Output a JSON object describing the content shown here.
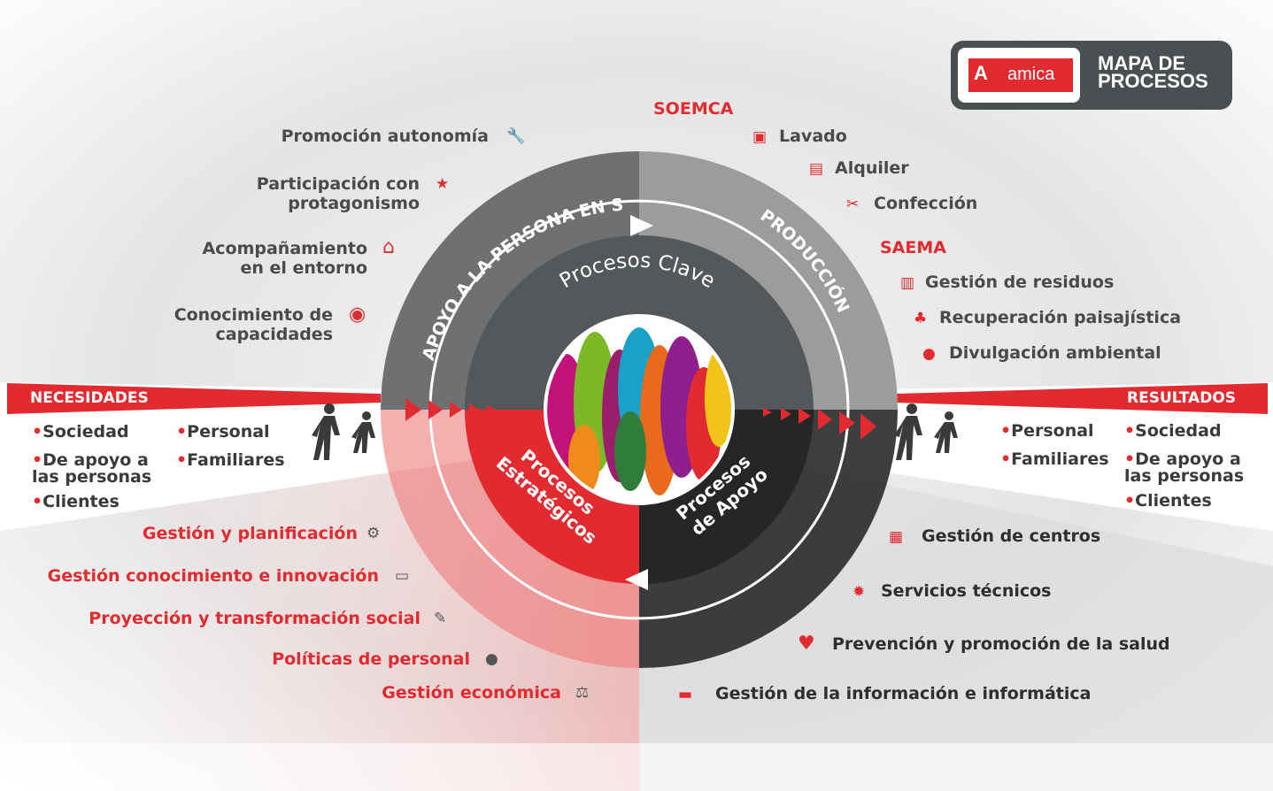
{
  "logo": {
    "mark": "A",
    "name": "amica",
    "title_line1": "MAPA DE",
    "title_line2": "PROCESOS"
  },
  "diagram": {
    "ring_top_left": "APOYO A LA PERSONA EN SU ENTORNO",
    "ring_top_right": "PRODUCCIÓN",
    "inner_top": "Procesos Clave",
    "inner_bottom_left": [
      "Procesos",
      "Estratégicos"
    ],
    "inner_bottom_right": [
      "Procesos",
      "de Apoyo"
    ]
  },
  "apoyo_items": [
    {
      "label": "Promoción autonomía",
      "icon": "wrench-icon",
      "glyph": "🔧"
    },
    {
      "label": "Participación con\nprotagonismo",
      "icon": "star-icon",
      "glyph": "★"
    },
    {
      "label": "Acompañamiento\nen el entorno",
      "icon": "home-icon",
      "glyph": "⌂"
    },
    {
      "label": "Conocimiento de\ncapacidades",
      "icon": "eye-icon",
      "glyph": "◉"
    }
  ],
  "produccion": {
    "group1": "SOEMCA",
    "group1_items": [
      {
        "label": "Lavado",
        "icon": "washer-icon",
        "glyph": "▣"
      },
      {
        "label": "Alquiler",
        "icon": "bottle-icon",
        "glyph": "▤"
      },
      {
        "label": "Confección",
        "icon": "needle-icon",
        "glyph": "✂"
      }
    ],
    "group2": "SAEMA",
    "group2_items": [
      {
        "label": "Gestión de residuos",
        "icon": "trash-icon",
        "glyph": "▥"
      },
      {
        "label": "Recuperación paisajística",
        "icon": "trees-icon",
        "glyph": "♣"
      },
      {
        "label": "Divulgación ambiental",
        "icon": "globe-icon",
        "glyph": "●"
      }
    ]
  },
  "necesidades": {
    "title": "NECESIDADES",
    "items_col1": [
      "Sociedad",
      "De apoyo a\nlas personas",
      "Clientes"
    ],
    "items_col2": [
      "Personal",
      "Familiares"
    ]
  },
  "resultados": {
    "title": "RESULTADOS",
    "items_col1": [
      "Personal",
      "Familiares"
    ],
    "items_col2": [
      "Sociedad",
      "De apoyo a\nlas personas",
      "Clientes"
    ]
  },
  "estrategicos_items": [
    {
      "label": "Gestión y planificación",
      "icon": "gears-icon",
      "glyph": "⚙"
    },
    {
      "label": "Gestión conocimiento e innovación",
      "icon": "browser-icon",
      "glyph": "▭"
    },
    {
      "label": "Proyección y transformación social",
      "icon": "notepad-icon",
      "glyph": "✎"
    },
    {
      "label": "Políticas de personal",
      "icon": "person-icon",
      "glyph": "●"
    },
    {
      "label": "Gestión económica",
      "icon": "scale-icon",
      "glyph": "⚖"
    }
  ],
  "apoyo_procesos_items": [
    {
      "label": "Gestión de centros",
      "icon": "building-icon",
      "glyph": "▦"
    },
    {
      "label": "Servicios técnicos",
      "icon": "gear-icon",
      "glyph": "✹"
    },
    {
      "label": "Prevención y promoción de la salud",
      "icon": "heart-icon",
      "glyph": "♥"
    },
    {
      "label": "Gestión de la información e informática",
      "icon": "keyboard-icon",
      "glyph": "▬"
    }
  ],
  "colors": {
    "red": "#e22b30",
    "dark": "#4a4a4a",
    "ring_dark": "#6e7072",
    "ring_light": "#9a9a9a",
    "black": "#2e2e2e"
  }
}
